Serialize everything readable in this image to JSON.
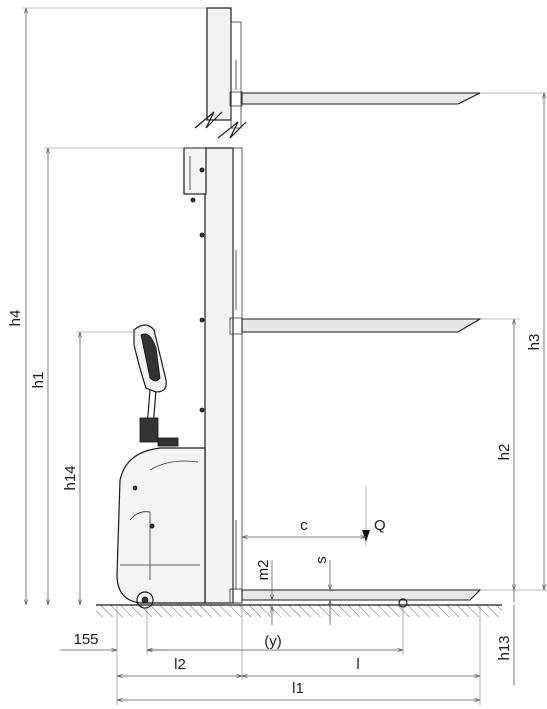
{
  "labels": {
    "h4": "h4",
    "h1": "h1",
    "h14": "h14",
    "h3": "h3",
    "h2": "h2",
    "h13": "h13",
    "c": "c",
    "Q": "Q",
    "m2": "m2",
    "s": "s",
    "offset": "155",
    "y": "(y)",
    "l2": "l2",
    "l": "l",
    "l1": "l1"
  },
  "colors": {
    "line": "#1a1a1a",
    "dimension": "#5a5a5a",
    "fill": "#f2f2f2"
  }
}
